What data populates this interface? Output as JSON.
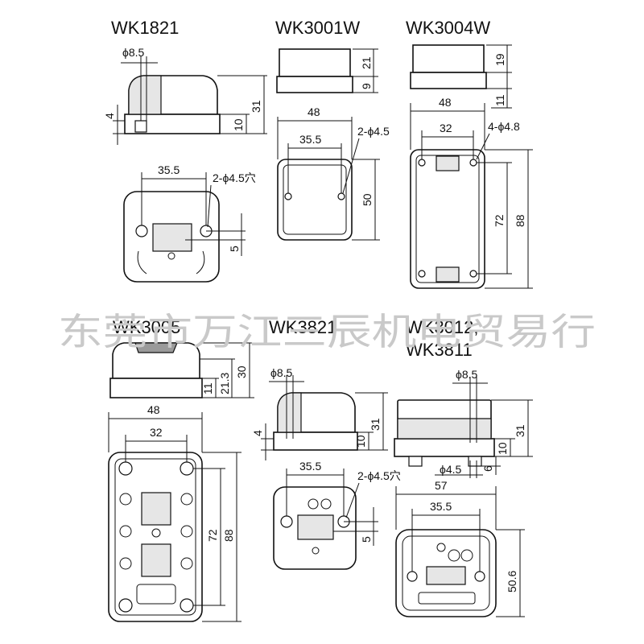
{
  "watermark": "东莞市万江三辰机电贸易行",
  "models": {
    "wk1821": {
      "title": "WK1821",
      "phi": "ϕ8.5",
      "h_total": "31",
      "h_base": "10",
      "h_left": "4",
      "hole_spacing": "35.5",
      "holes": "2-ϕ4.5穴",
      "offset": "5"
    },
    "wk3001w": {
      "title": "WK3001W",
      "h_top": "21",
      "h_bottom": "9",
      "width": "48",
      "hole_spacing": "35.5",
      "holes": "2-ϕ4.5",
      "height": "50"
    },
    "wk3004w": {
      "title": "WK3004W",
      "h_top": "19",
      "h_bottom": "11",
      "width": "48",
      "hole_spacing": "32",
      "holes": "4-ϕ4.8",
      "hole_pitch": "72",
      "height": "88"
    },
    "wk3005": {
      "title": "WK3005",
      "h_total": "30",
      "h_mid": "21.3",
      "h_base": "11",
      "width": "48",
      "hole_spacing": "32",
      "hole_pitch": "72",
      "height": "88"
    },
    "wk3821": {
      "title": "WK3821",
      "phi": "ϕ8.5",
      "h_total": "31",
      "h_base": "10",
      "h_left": "4",
      "hole_spacing": "35.5",
      "holes": "2-ϕ4.5穴",
      "offset": "5"
    },
    "wk3012": {
      "title_line1": "WK3012,",
      "title_line2": "WK3811",
      "phi": "ϕ8.5",
      "h_total": "31",
      "h_base": "10",
      "h_small": "6",
      "phi_small": "ϕ4.5",
      "width": "57",
      "hole_spacing": "35.5",
      "height": "50.6"
    }
  }
}
